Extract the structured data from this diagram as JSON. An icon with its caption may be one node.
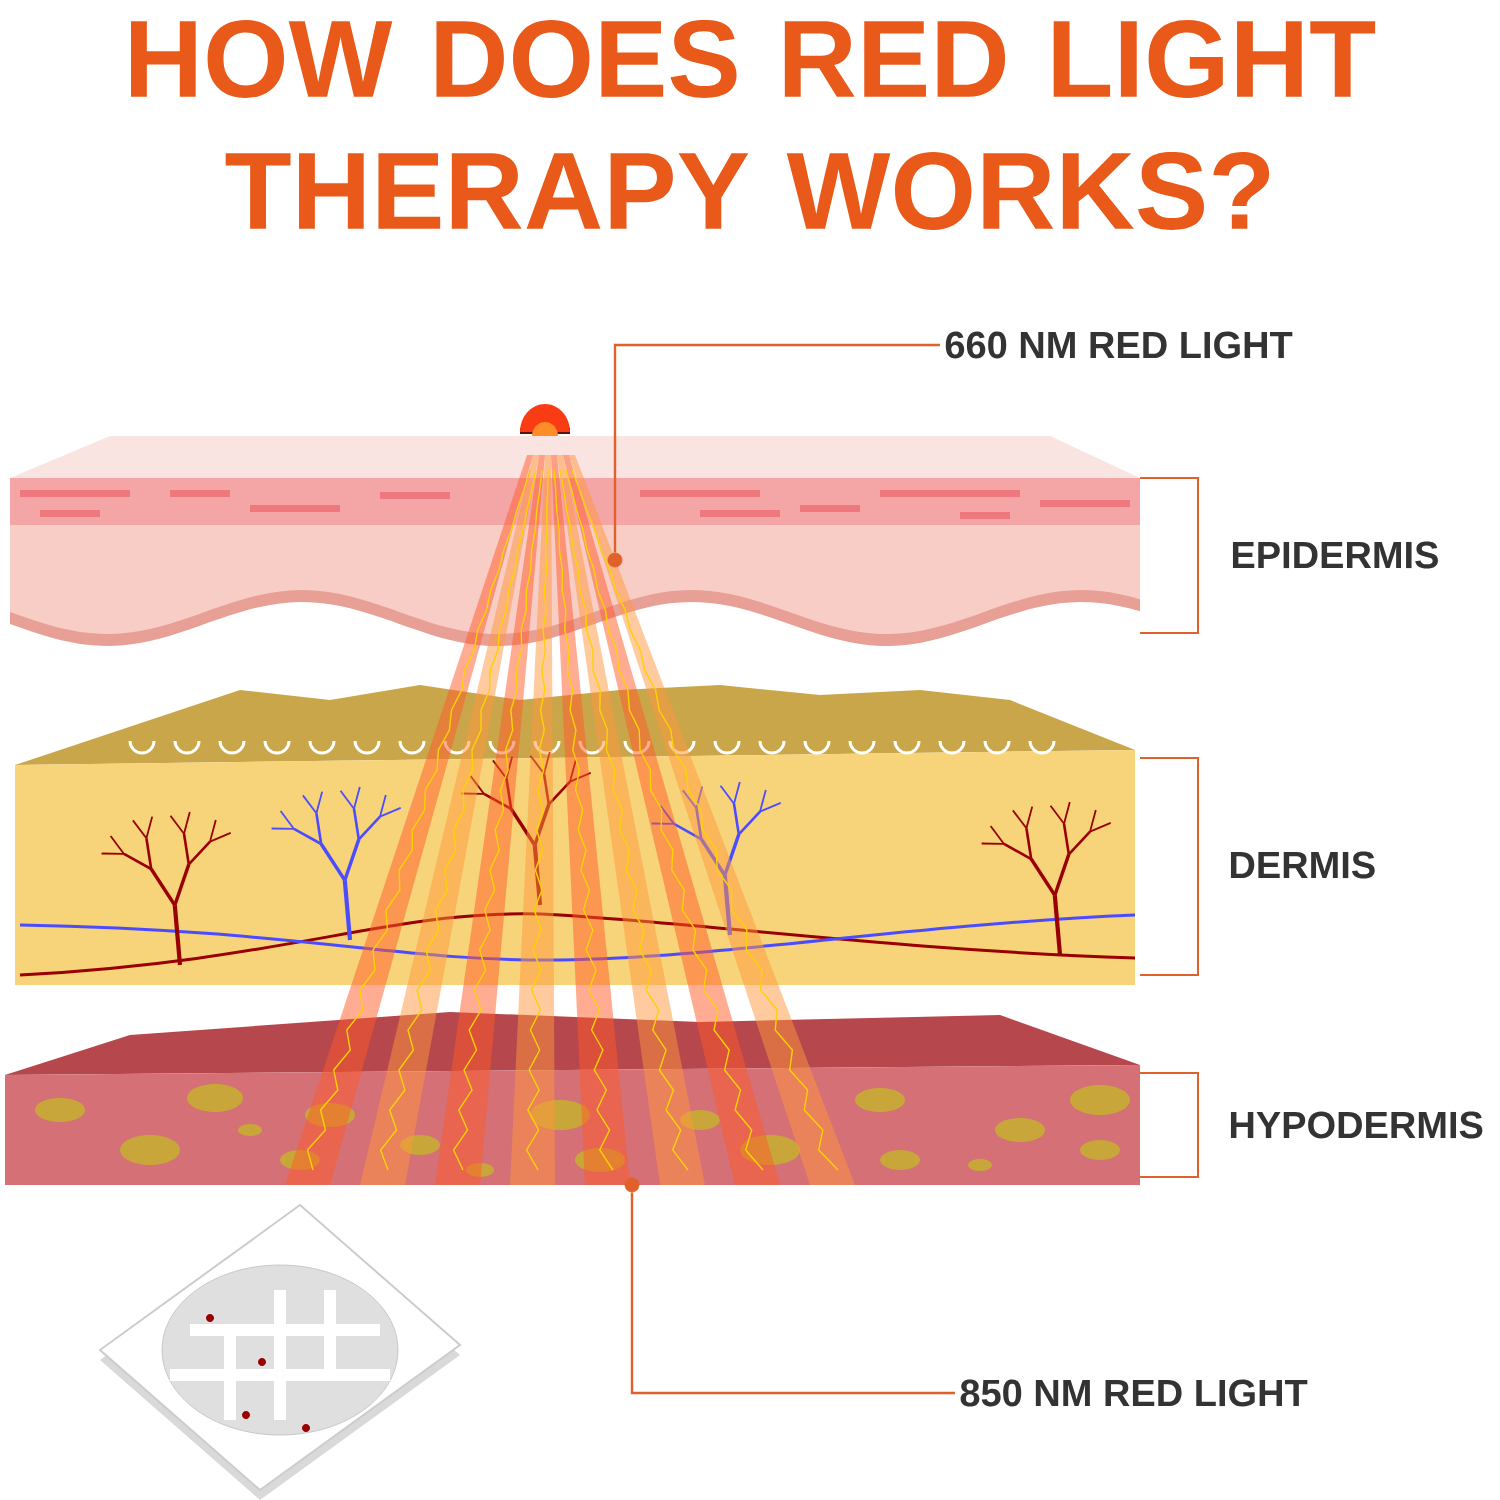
{
  "diagram": {
    "title": "HOW DOES RED LIGHT THERAPY WORKS?",
    "nodes": [
      {
        "text": [
          "660 NM RED LIGHT"
        ]
      },
      {
        "text": [],
        "shape": "circle"
      },
      {
        "text": [
          "850 NM RED LIGHT"
        ]
      },
      {
        "text": [],
        "shape": "circle"
      }
    ],
    "edges": [
      {
        "from": 0,
        "to": 1,
        "arrow": "none"
      },
      {
        "from": 2,
        "to": 3,
        "arrow": "none"
      }
    ],
    "labels": [
      "EPIDERMIS",
      "DERMIS",
      "HYPODERMIS"
    ]
  }
}
